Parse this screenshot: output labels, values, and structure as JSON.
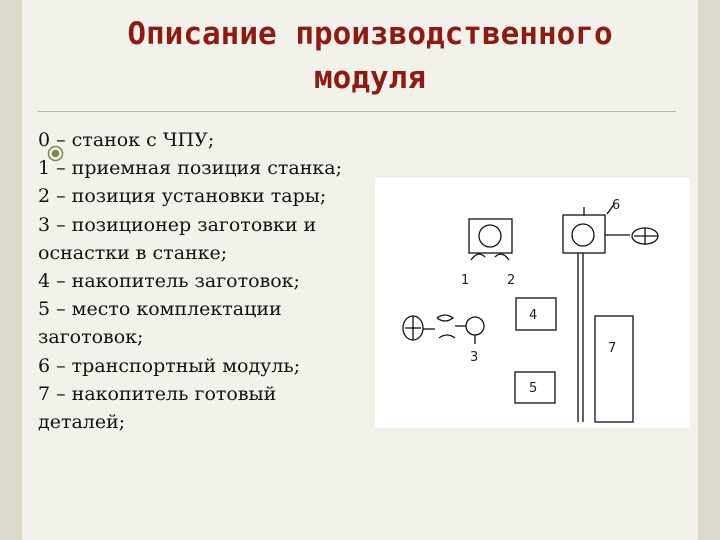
{
  "title": {
    "line1": "Описание производственного",
    "line2": "модуля"
  },
  "legend": [
    "0 – станок с ЧПУ;",
    "1 – приемная позиция станка;",
    "2 – позиция установки тары;",
    "3 – позиционер заготовки и",
    "оснастки в станке;",
    "4 – накопитель заготовок;",
    "5 – место комплектации",
    "заготовок;",
    "6 – транспортный модуль;",
    "7 – накопитель готовый",
    "деталей;"
  ],
  "diagram": {
    "labels": {
      "n1": "1",
      "n2": "2",
      "n3": "3",
      "n4": "4",
      "n5": "5",
      "n6": "6",
      "n7": "7"
    }
  },
  "colors": {
    "title": "#8e1b11",
    "background": "#f2f1ea",
    "side_band": "#dcdacb",
    "bullet": "#7d8a4a"
  }
}
